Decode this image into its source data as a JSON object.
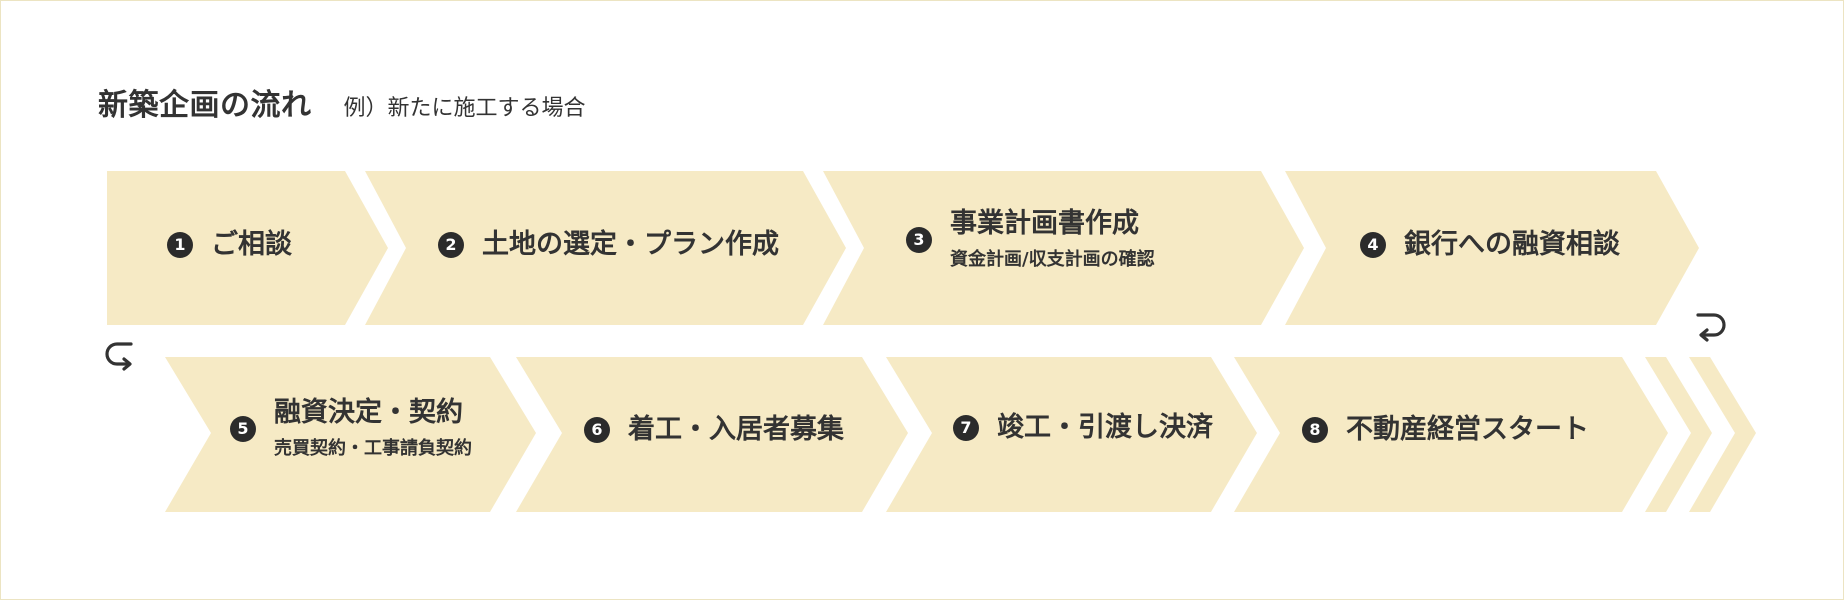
{
  "header": {
    "title": "新築企画の流れ",
    "subtitle": "例）新たに施工する場合"
  },
  "steps": [
    {
      "number": "1",
      "label": "ご相談",
      "sub": ""
    },
    {
      "number": "2",
      "label": "土地の選定・プラン作成",
      "sub": ""
    },
    {
      "number": "3",
      "label": "事業計画書作成",
      "sub": "資金計画/収支計画の確認"
    },
    {
      "number": "4",
      "label": "銀行への融資相談",
      "sub": ""
    },
    {
      "number": "5",
      "label": "融資決定・契約",
      "sub": "売買契約・工事請負契約"
    },
    {
      "number": "6",
      "label": "着工・入居者募集",
      "sub": ""
    },
    {
      "number": "7",
      "label": "竣工・引渡し決済",
      "sub": ""
    },
    {
      "number": "8",
      "label": "不動産経営スタート",
      "sub": ""
    }
  ],
  "colors": {
    "arrow_fill": "#f6eac5",
    "text": "#333333",
    "number_bg": "#2b2b2b",
    "border": "#ece4c2"
  },
  "icons": {
    "row1_end": "return-arrow-icon",
    "row2_start": "return-arrow-icon"
  }
}
